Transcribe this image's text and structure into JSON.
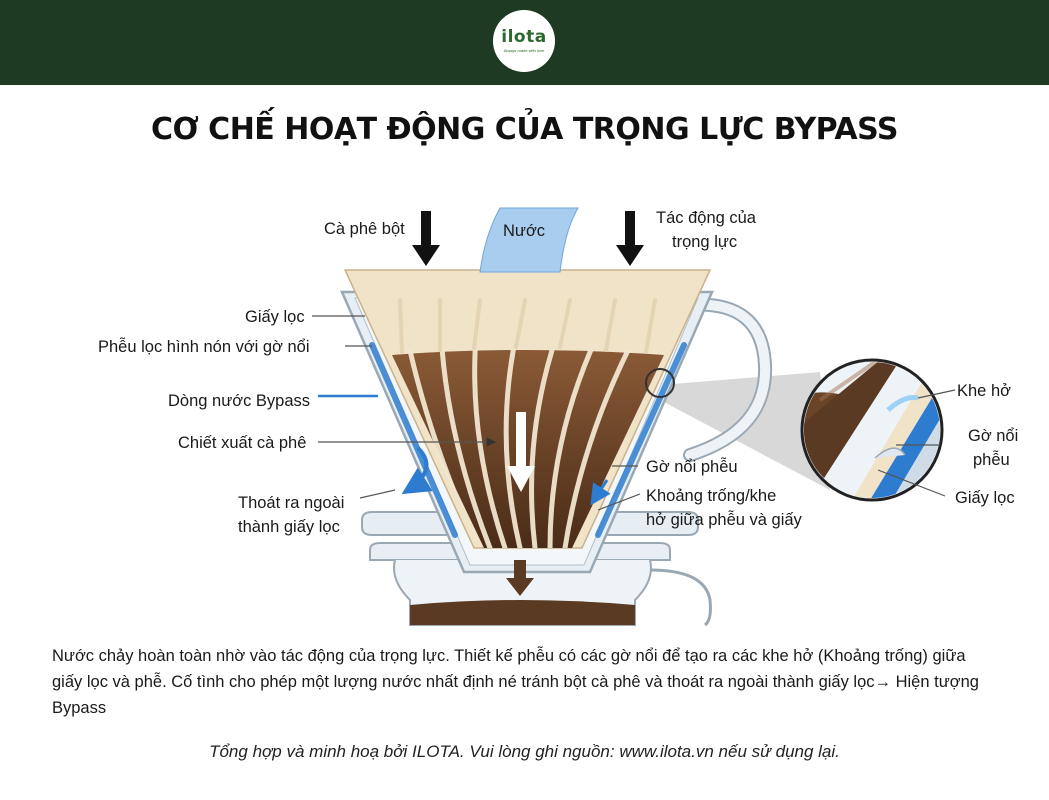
{
  "header": {
    "logo_text": "ilota",
    "logo_tagline": "Always made with love"
  },
  "title": "CƠ CHẾ HOẠT ĐỘNG CỦA TRỌNG LỰC BYPASS",
  "labels": {
    "coffee_powder": "Cà phê bột",
    "water": "Nước",
    "gravity_line1": "Tác động của",
    "gravity_line2": "trọng lực",
    "filter_paper": "Giấy lọc",
    "cone_dripper": "Phễu lọc hình nón với gờ nổi",
    "bypass_flow": "Dòng nước Bypass",
    "extraction": "Chiết xuất cà phê",
    "outflow_line1": "Thoát ra ngoài",
    "outflow_line2": "thành giấy lọc",
    "dripper_ridge": "Gờ nổi phễu",
    "gap_line1": "Khoảng trống/khe",
    "gap_line2": "hở giữa phễu và giấy",
    "zoom_gap": "Khe hở",
    "zoom_ridge_line1": "Gờ nổi",
    "zoom_ridge_line2": "phễu",
    "zoom_paper": "Giấy lọc"
  },
  "colors": {
    "header_bg": "#1e3a22",
    "water_blue": "#2e7cd0",
    "coffee_brown": "#6b4327",
    "paper": "#f1e3c8"
  },
  "description": "Nước chảy hoàn toàn nhờ vào tác động của trọng lực. Thiết kế phễu có các gờ nổi để tạo ra các khe hở (Khoảng trống) giữa giấy lọc và phễ. Cố tình cho phép một lượng nước nhất định né tránh bột cà phê và thoát ra ngoài thành giấy lọc→ Hiện tượng Bypass",
  "credit": "Tổng hợp và minh hoạ bởi ILOTA. Vui lòng ghi nguồn: www.ilota.vn nếu sử dụng lại."
}
